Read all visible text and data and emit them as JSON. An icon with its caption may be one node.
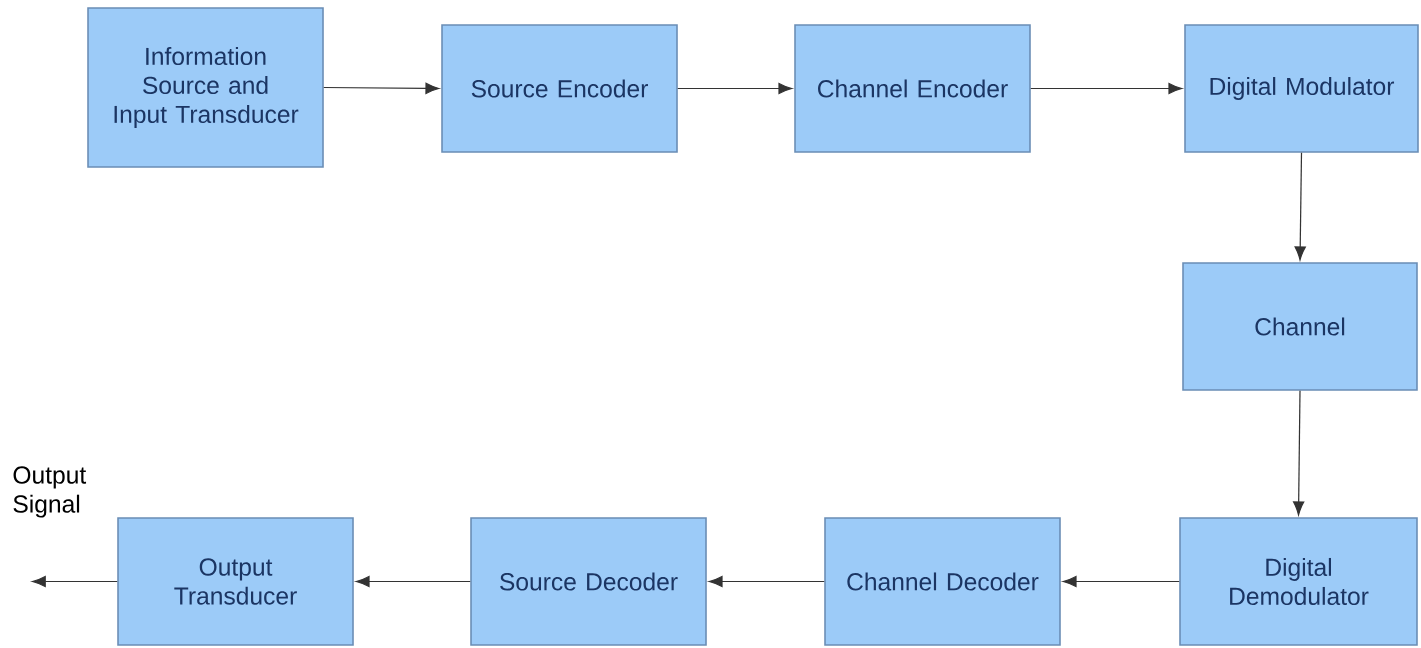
{
  "diagram": {
    "nodes": [
      {
        "text": [
          "Information Source and Input Transducer"
        ]
      },
      {
        "text": [
          "Source Encoder"
        ]
      },
      {
        "text": [
          "Channel Encoder"
        ]
      },
      {
        "text": [
          "Digital Modulator"
        ]
      },
      {
        "text": [
          "Channel"
        ]
      },
      {
        "text": [
          "Digital Demodulator"
        ]
      },
      {
        "text": [
          "Channel Decoder"
        ]
      },
      {
        "text": [
          "Source Decoder"
        ]
      },
      {
        "text": [
          "Output Transducer"
        ]
      }
    ],
    "edges": [
      {
        "from": 0,
        "to": 1,
        "arrow": "to"
      },
      {
        "from": 1,
        "to": 2,
        "arrow": "to"
      },
      {
        "from": 2,
        "to": 3,
        "arrow": "to"
      },
      {
        "from": 3,
        "to": 4,
        "arrow": "to"
      },
      {
        "from": 4,
        "to": 5,
        "arrow": "to"
      },
      {
        "from": 5,
        "to": 6,
        "arrow": "to"
      },
      {
        "from": 6,
        "to": 7,
        "arrow": "to"
      },
      {
        "from": 7,
        "to": 8,
        "arrow": "to"
      },
      {
        "from": 8,
        "to": null,
        "arrow": "to"
      }
    ],
    "labels": [
      "Output Signal"
    ]
  }
}
